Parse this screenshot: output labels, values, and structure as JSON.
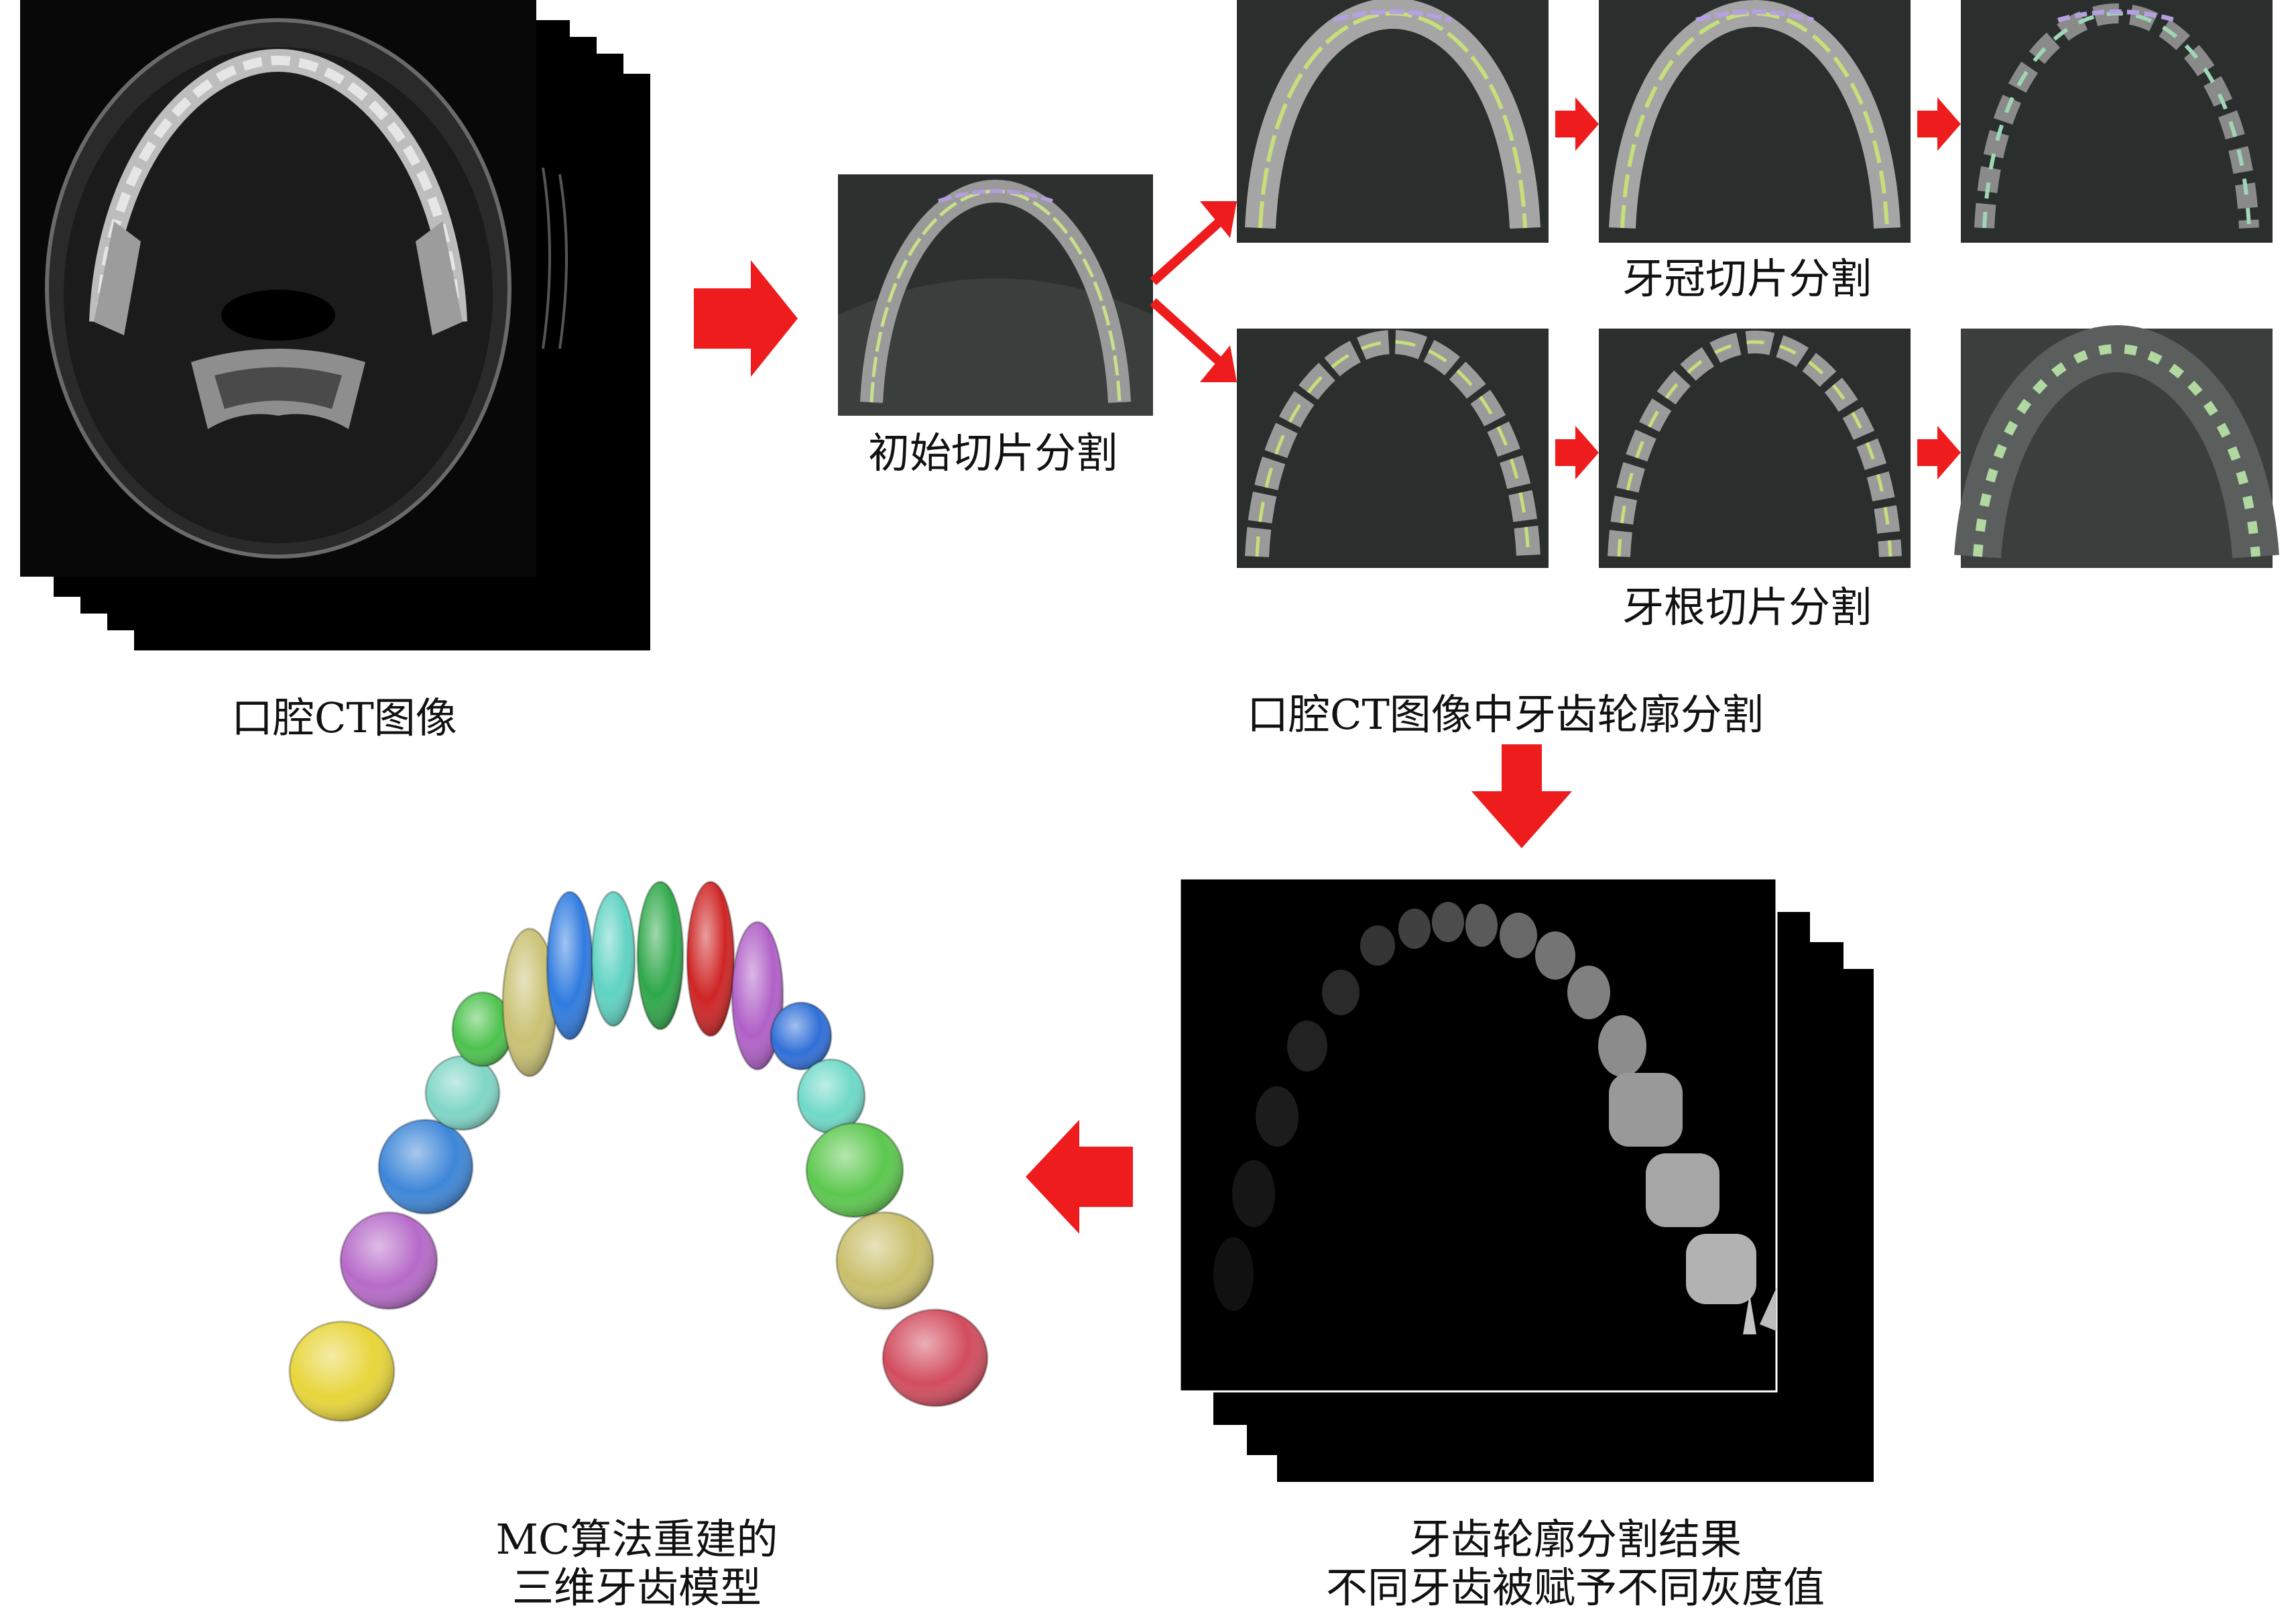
{
  "labels": {
    "ct_image": "口腔CT图像",
    "initial_slice": "初始切片分割",
    "crown_slices": "牙冠切片分割",
    "root_slices": "牙根切片分割",
    "contour_seg_title": "口腔CT图像中牙齿轮廓分割",
    "seg_result_line1": "牙齿轮廓分割结果",
    "seg_result_line2": "不同牙齿被赋予不同灰度值",
    "model_line1": "MC算法重建的",
    "model_line2": "三维牙齿模型"
  },
  "colors": {
    "arrow": "#ee1c1c",
    "ct_background": "#0a0a0a",
    "ct_bone": "#cfcfcf",
    "tooth_model": [
      "#e7d53a",
      "#b66ac8",
      "#3d86d8",
      "#7fd6c6",
      "#4cc24c",
      "#c9c172",
      "#2f7be0",
      "#5fd3c3",
      "#2ea84a",
      "#cf2424",
      "#b060c7",
      "#2f6fd8",
      "#6fd9c7",
      "#5cc84e",
      "#c9bf6a",
      "#d24c5e"
    ]
  }
}
